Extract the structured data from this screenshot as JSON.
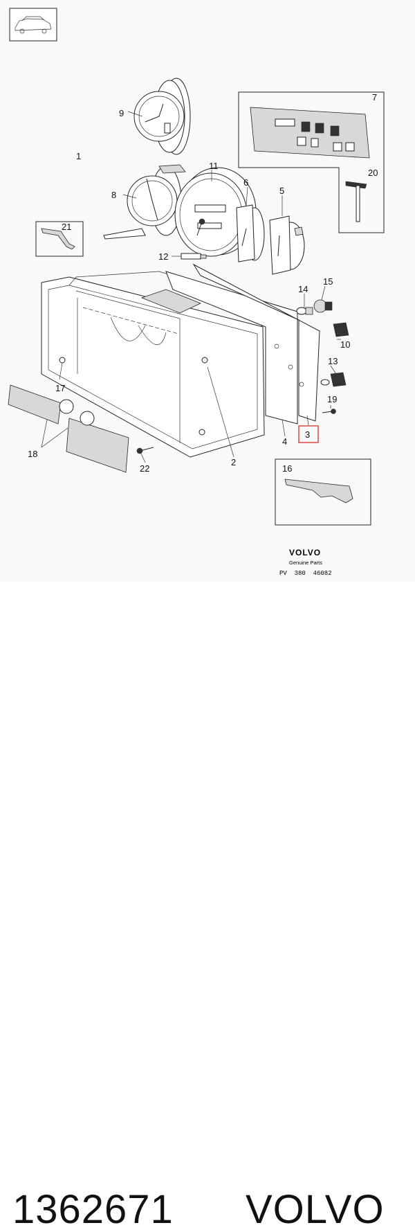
{
  "diagram": {
    "callouts": [
      "1",
      "2",
      "3",
      "4",
      "5",
      "6",
      "7",
      "8",
      "9",
      "10",
      "11",
      "12",
      "13",
      "14",
      "15",
      "16",
      "17",
      "18",
      "19",
      "20",
      "21",
      "22"
    ],
    "highlighted_callout": "3",
    "stamp": {
      "brand": "VOLVO",
      "subtitle": "Genuine Parts",
      "code": "PV  380  46082"
    }
  },
  "footer": {
    "part_number": "1362671",
    "brand": "VOLVO"
  },
  "colors": {
    "highlight": "#d9534f",
    "line": "#222222",
    "background": "#f9f9f9"
  }
}
